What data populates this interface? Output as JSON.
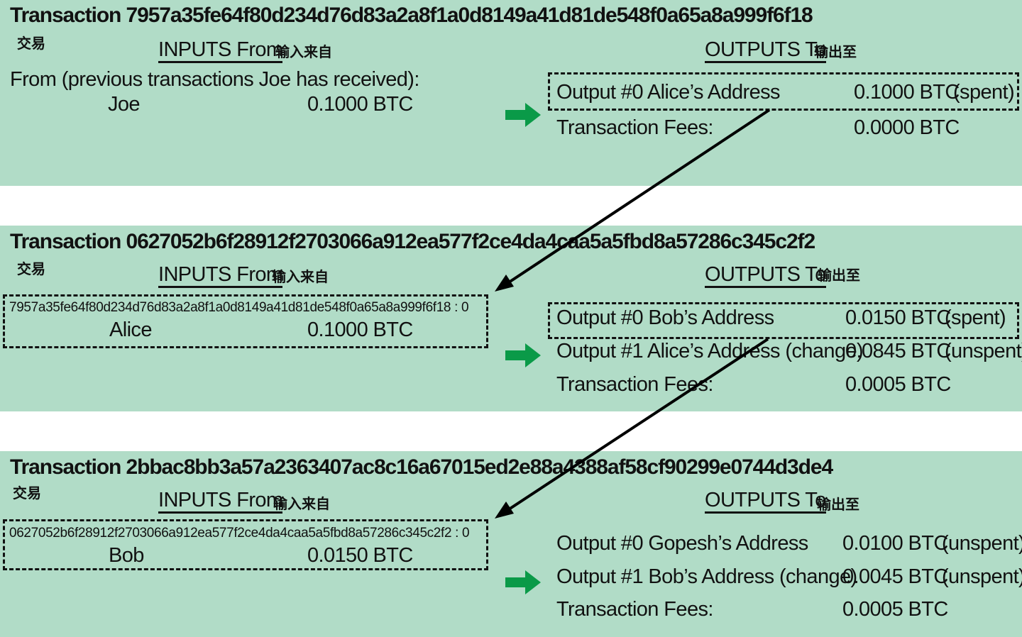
{
  "transactions": [
    {
      "title": "Transaction 7957a35fe64f80d234d76d83a2a8f1a0d8149a41d81de548f0a65a8a999f6f18",
      "cn_label": "交易",
      "inputs_header": "INPUTS From",
      "inputs_header_cn": "输入来自",
      "outputs_header": "OUTPUTS To",
      "outputs_header_cn": "输出至",
      "input_note": "From (previous transactions Joe has received):",
      "input_name": "Joe",
      "input_amount": "0.1000 BTC",
      "outputs": [
        {
          "label": "Output #0 Alice’s Address",
          "amount": "0.1000 BTC",
          "status": "(spent)"
        }
      ],
      "fees_label": "Transaction Fees:",
      "fees_amount": "0.0000 BTC"
    },
    {
      "title": "Transaction 0627052b6f28912f2703066a912ea577f2ce4da4caa5a5fbd8a57286c345c2f2",
      "cn_label": "交易",
      "inputs_header": "INPUTS From",
      "inputs_header_cn": "输入来自",
      "outputs_header": "OUTPUTS To",
      "outputs_header_cn": "输出至",
      "input_ref": "7957a35fe64f80d234d76d83a2a8f1a0d8149a41d81de548f0a65a8a999f6f18 : 0",
      "input_name": "Alice",
      "input_amount": "0.1000 BTC",
      "outputs": [
        {
          "label": "Output #0 Bob’s Address",
          "amount": "0.0150 BTC",
          "status": "(spent)"
        },
        {
          "label": "Output #1 Alice’s Address (change)",
          "amount": "0.0845 BTC",
          "status": "(unspent)"
        }
      ],
      "fees_label": "Transaction Fees:",
      "fees_amount": "0.0005 BTC"
    },
    {
      "title": "Transaction 2bbac8bb3a57a2363407ac8c16a67015ed2e88a4388af58cf90299e0744d3de4",
      "cn_label": "交易",
      "inputs_header": "INPUTS From",
      "inputs_header_cn": "输入来自",
      "outputs_header": "OUTPUTS To",
      "outputs_header_cn": "输出至",
      "input_ref": "0627052b6f28912f2703066a912ea577f2ce4da4caa5a5fbd8a57286c345c2f2 : 0",
      "input_name": "Bob",
      "input_amount": "0.0150 BTC",
      "outputs": [
        {
          "label": "Output #0 Gopesh’s Address",
          "amount": "0.0100 BTC",
          "status": "(unspent)"
        },
        {
          "label": "Output #1 Bob’s  Address (change)",
          "amount": "0.0045 BTC",
          "status": "(unspent)"
        }
      ],
      "fees_label": "Transaction Fees:",
      "fees_amount": "0.0005 BTC"
    }
  ],
  "colors": {
    "panel_bg": "#b1dcc7",
    "flow_arrow": "#0a9a48",
    "link_arrow": "#000000"
  },
  "icons": [
    "green-flow-arrow-icon",
    "black-link-arrow-icon"
  ]
}
